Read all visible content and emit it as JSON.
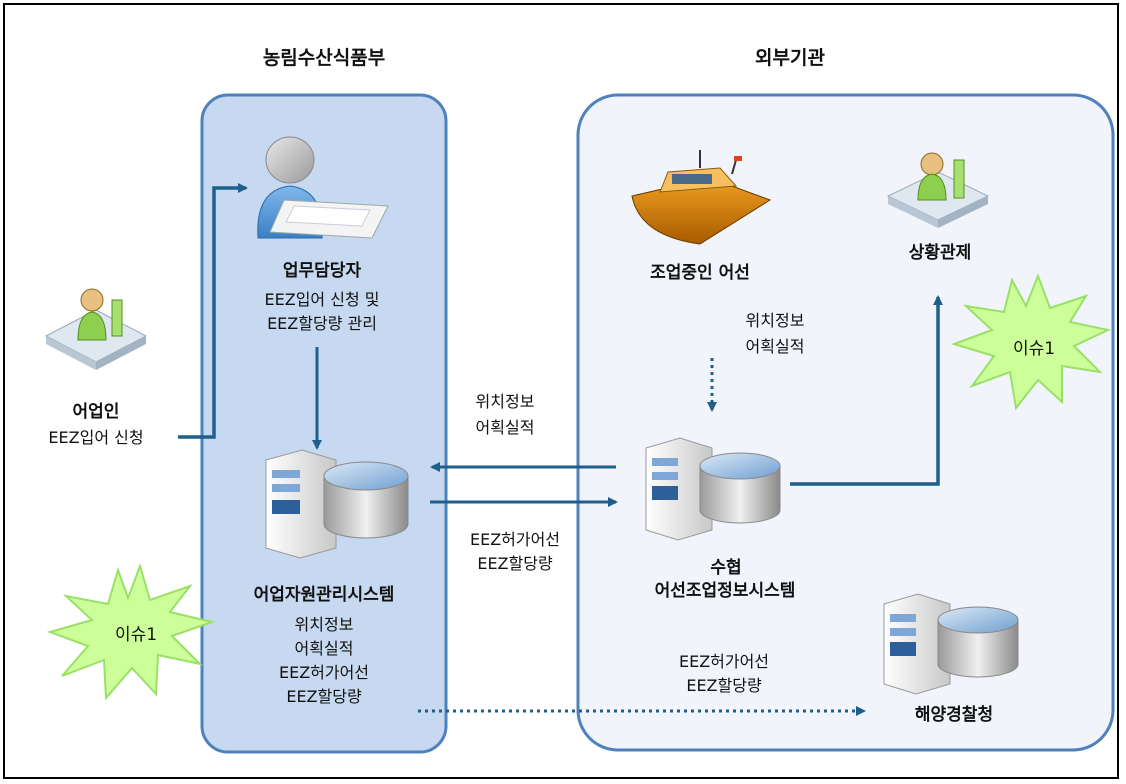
{
  "groups": {
    "ministry": "농림수산식품부",
    "external": "외부기관"
  },
  "nodes": {
    "staff": {
      "title": "업무담당자",
      "desc_1": "EEZ입어 신청 및",
      "desc_2": "EEZ할당량 관리"
    },
    "fisher": {
      "title": "어업인",
      "desc": "EEZ입어 신청"
    },
    "system": {
      "title": "어업자원관리시스템",
      "items": [
        "위치정보",
        "어획실적",
        "EEZ허가어선",
        "EEZ할당량"
      ]
    },
    "vessel": {
      "title": "조업중인 어선"
    },
    "control": {
      "title": "상황관제"
    },
    "suhyup": {
      "title_1": "수협",
      "title_2": "어선조업정보시스템"
    },
    "coastguard": {
      "title": "해양경찰청"
    }
  },
  "edges": {
    "vessel_to_suhyup": [
      "위치정보",
      "어획실적"
    ],
    "suhyup_to_system": [
      "위치정보",
      "어획실적"
    ],
    "system_to_suhyup": [
      "EEZ허가어선",
      "EEZ할당량"
    ],
    "system_to_coastguard": [
      "EEZ허가어선",
      "EEZ할당량"
    ]
  },
  "issues": {
    "left": "이슈1",
    "right": "이슈1"
  },
  "colors": {
    "arrow": "#1f5f8b",
    "ministry_fill": "#c6d9f1",
    "external_fill": "#f1f5fb",
    "group_border": "#4f81bd",
    "burst_fill": "#ccff99",
    "burst_stroke": "#99e066"
  }
}
